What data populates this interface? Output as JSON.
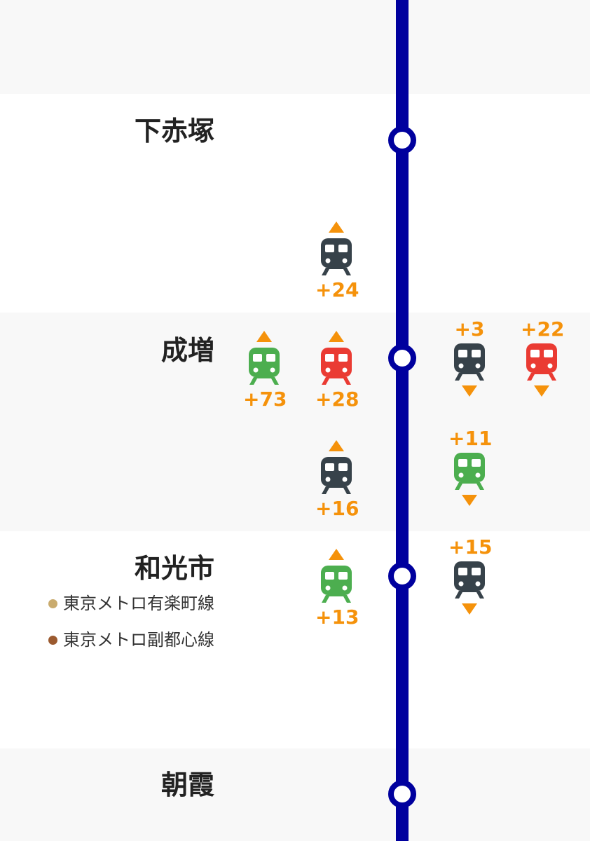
{
  "colors": {
    "line": "#00009e",
    "delay": "#f5920b",
    "train_dark": "#37424a",
    "train_red": "#ea3b33",
    "train_green": "#4cae4f",
    "band": "#f8f8f8"
  },
  "stations": [
    {
      "name": "下赤塚",
      "transfers": []
    },
    {
      "name": "成増",
      "transfers": []
    },
    {
      "name": "和光市",
      "transfers": [
        {
          "name": "東京メトロ有楽町線",
          "color": "#c9ab6e"
        },
        {
          "name": "東京メトロ副都心線",
          "color": "#9b5a2f"
        }
      ]
    },
    {
      "name": "朝霞",
      "transfers": []
    }
  ],
  "trains": [
    {
      "direction": "up",
      "type": "dark",
      "delay": "+24"
    },
    {
      "direction": "up",
      "type": "green",
      "delay": "+73"
    },
    {
      "direction": "up",
      "type": "red",
      "delay": "+28"
    },
    {
      "direction": "down",
      "type": "dark",
      "delay": "+3"
    },
    {
      "direction": "down",
      "type": "red",
      "delay": "+22"
    },
    {
      "direction": "up",
      "type": "dark",
      "delay": "+16"
    },
    {
      "direction": "down",
      "type": "green",
      "delay": "+11"
    },
    {
      "direction": "up",
      "type": "green",
      "delay": "+13"
    },
    {
      "direction": "down",
      "type": "dark",
      "delay": "+15"
    }
  ]
}
